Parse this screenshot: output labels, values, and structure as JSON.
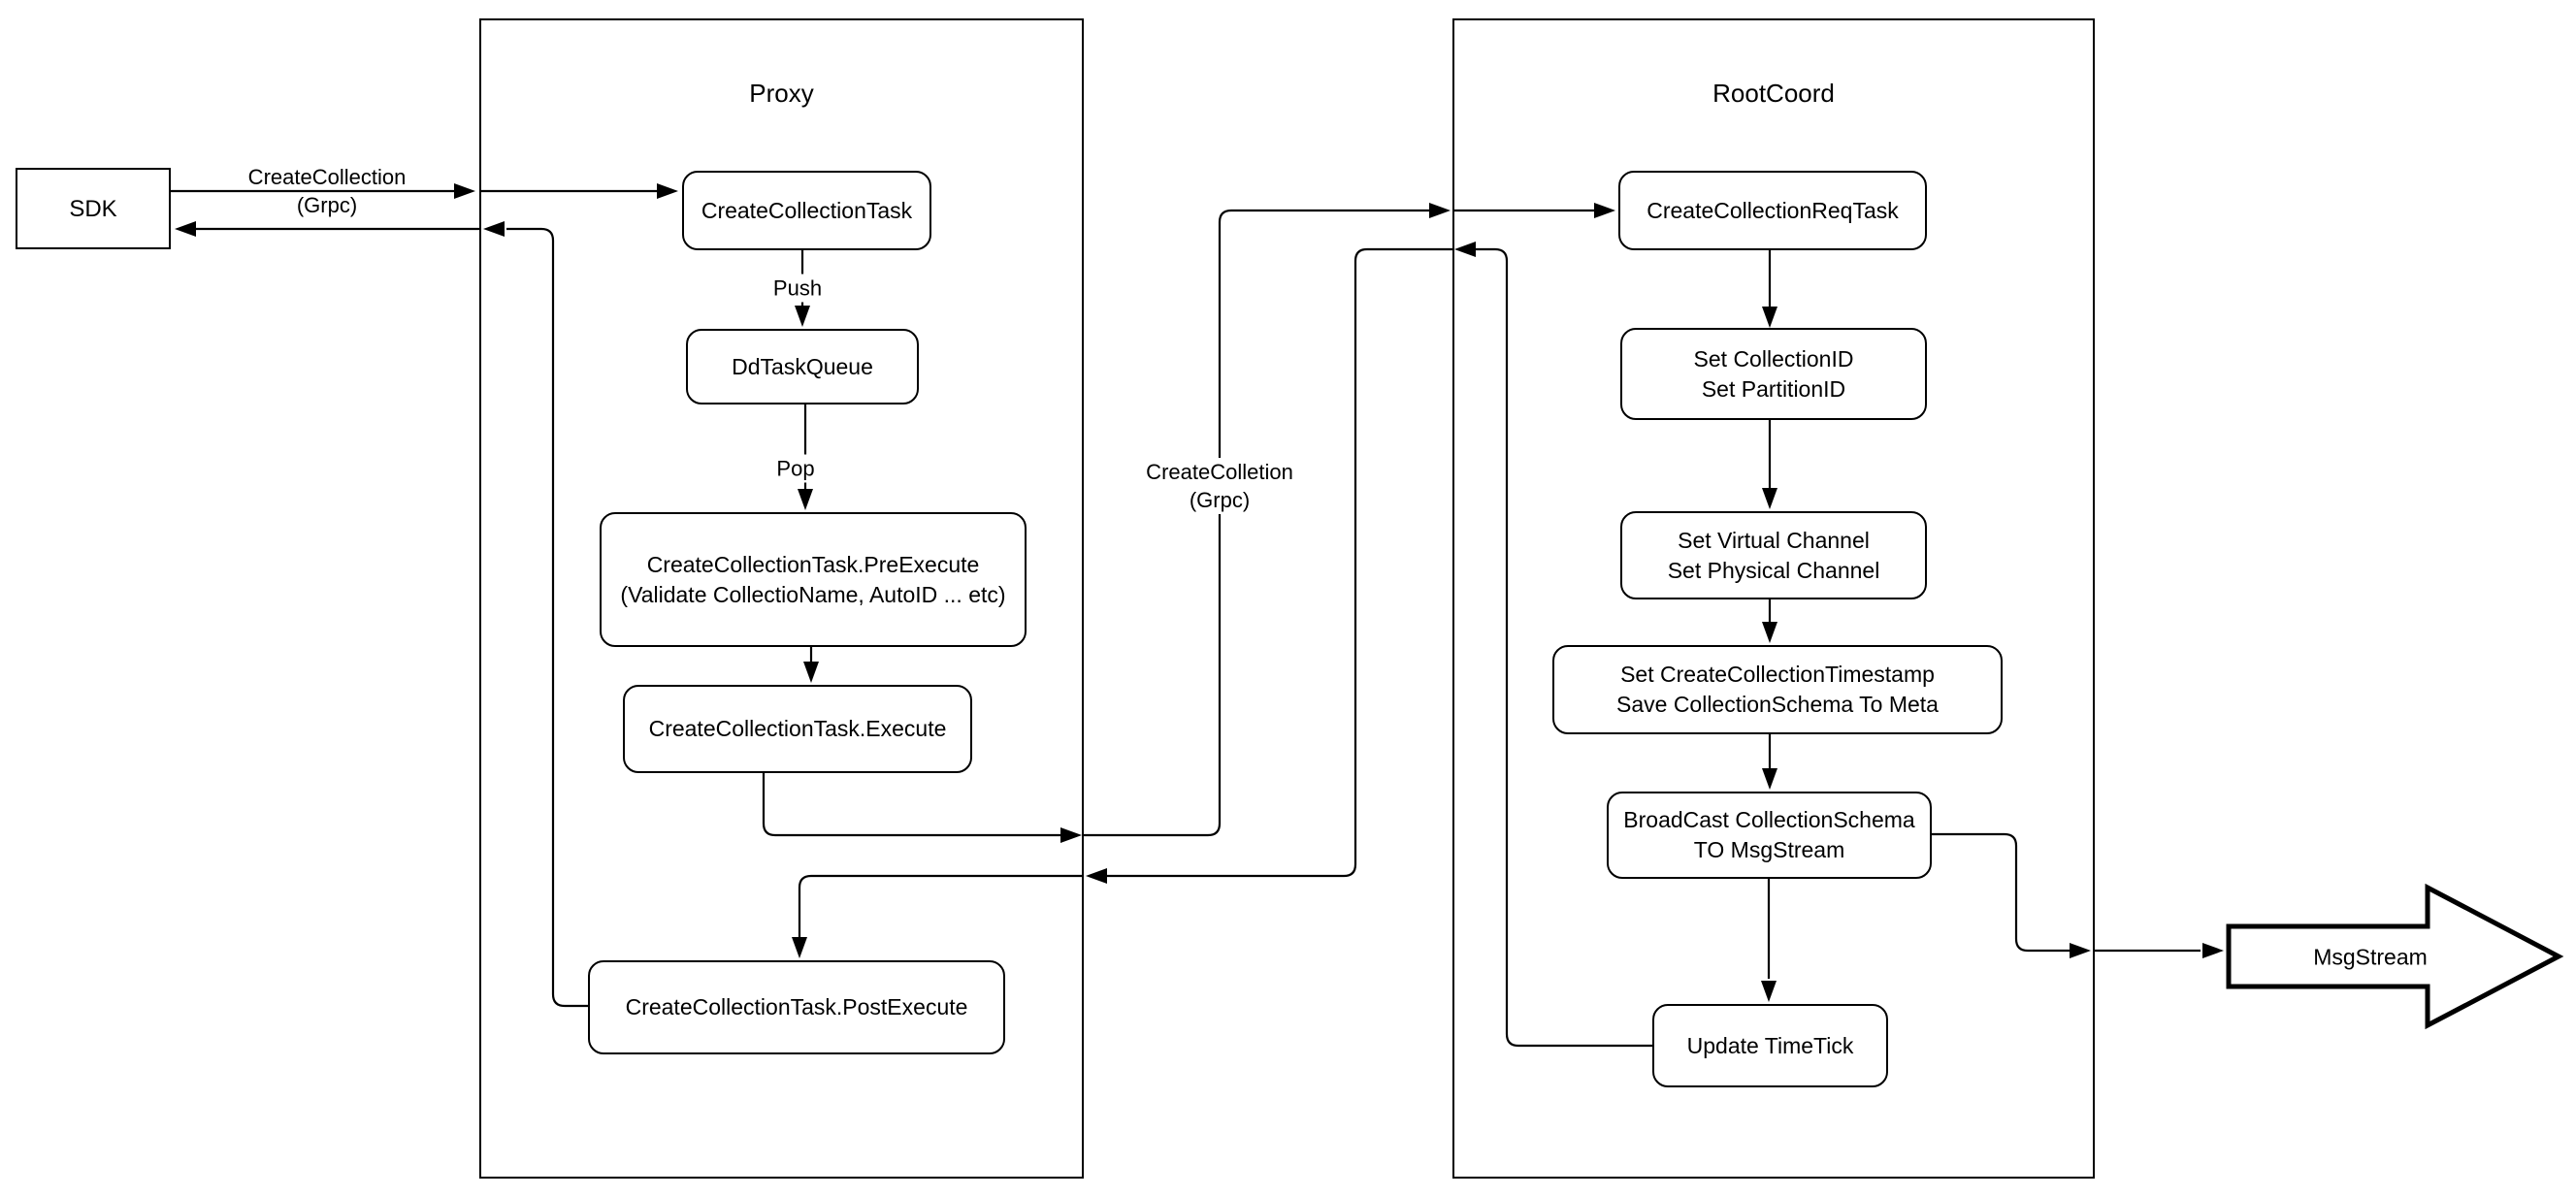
{
  "sdk_label": "SDK",
  "proxy": {
    "title": "Proxy"
  },
  "rootcoord": {
    "title": "RootCoord"
  },
  "nodes": {
    "create_collection_task": "CreateCollectionTask",
    "dd_task_queue": "DdTaskQueue",
    "pre_execute_1": "CreateCollectionTask.PreExecute",
    "pre_execute_2": "(Validate CollectioName, AutoID ... etc)",
    "execute": "CreateCollectionTask.Execute",
    "post_execute": "CreateCollectionTask.PostExecute",
    "req_task": "CreateCollectionReqTask",
    "set_ids_1": "Set CollectionID",
    "set_ids_2": "Set PartitionID",
    "set_channels_1": "Set Virtual Channel",
    "set_channels_2": "Set Physical Channel",
    "set_ts_1": "Set CreateCollectionTimestamp",
    "set_ts_2": "Save CollectionSchema To Meta",
    "broadcast_1": "BroadCast CollectionSchema",
    "broadcast_2": "TO MsgStream",
    "update_timetick": "Update TimeTick",
    "msgstream": "MsgStream"
  },
  "edge_labels": {
    "sdk_request_1": "CreateCollection",
    "sdk_request_2": "(Grpc)",
    "push": "Push",
    "pop": "Pop",
    "proxy_to_root_1": "CreateColletion",
    "proxy_to_root_2": "(Grpc)"
  },
  "colors": {
    "stroke": "#000000",
    "fill": "#ffffff"
  }
}
